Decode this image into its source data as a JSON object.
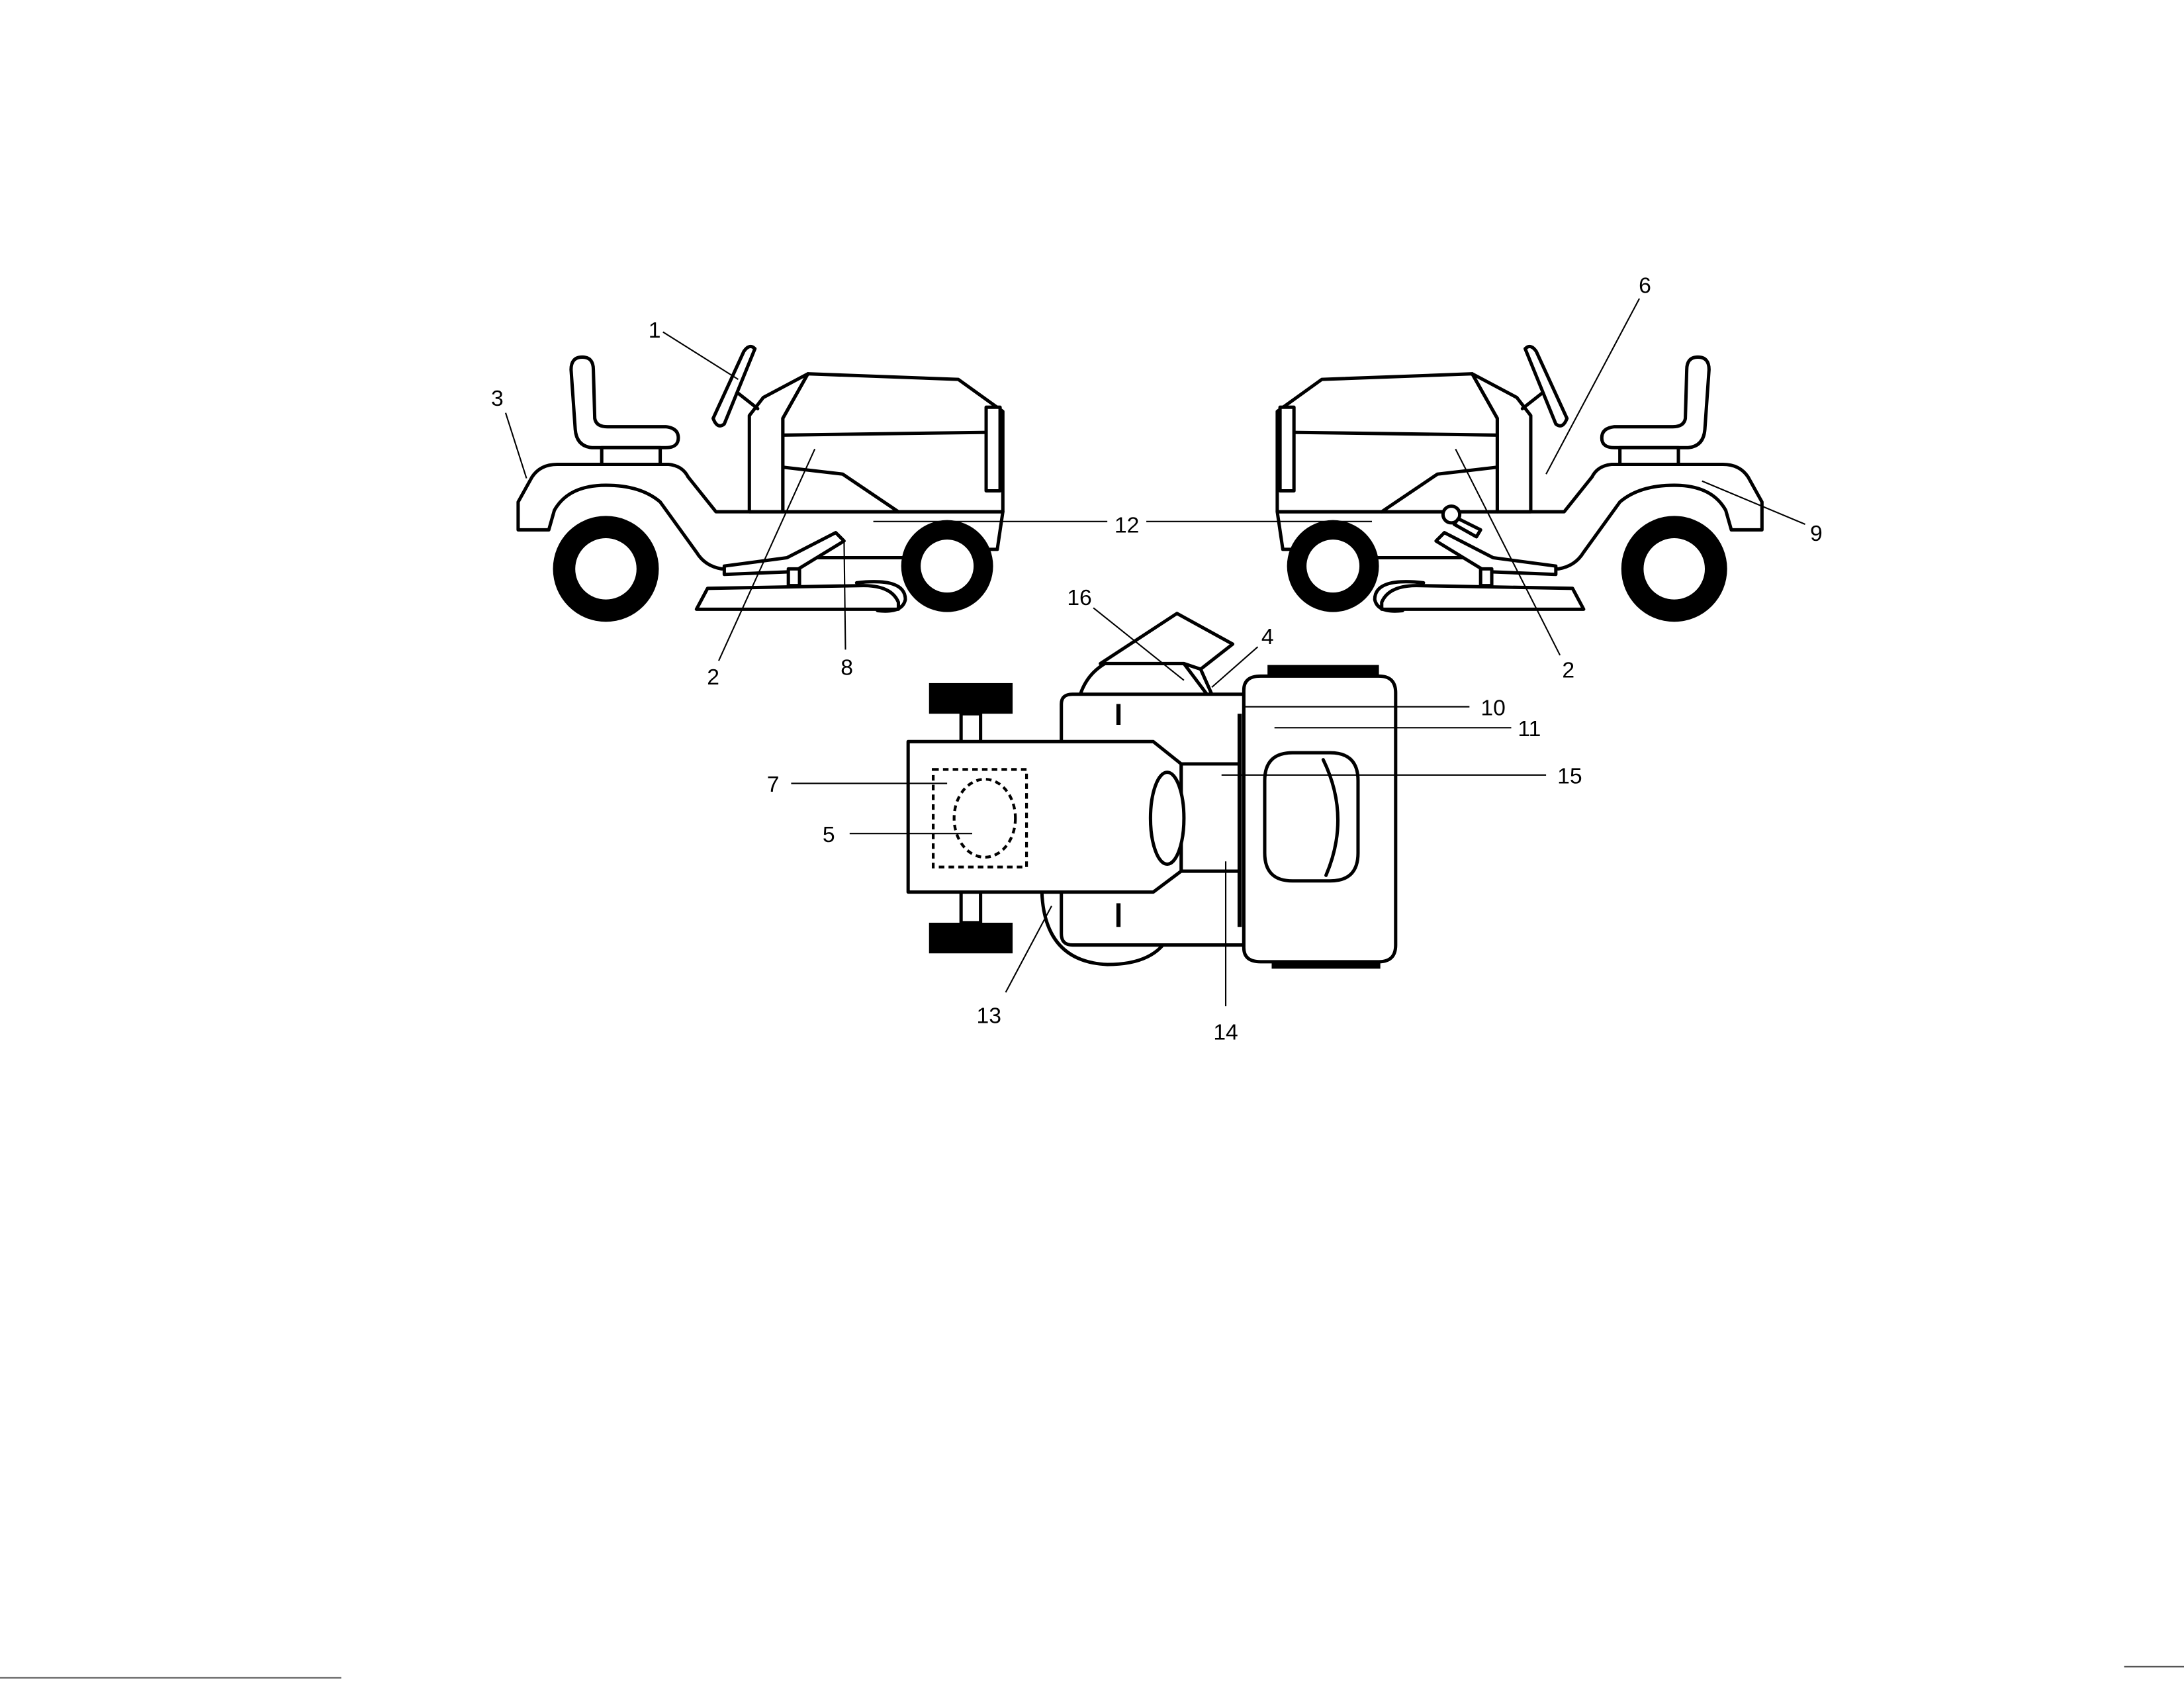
{
  "callouts": {
    "c1": "1",
    "c2_left": "2",
    "c2_right": "2",
    "c3": "3",
    "c4": "4",
    "c5": "5",
    "c6": "6",
    "c7": "7",
    "c8": "8",
    "c9": "9",
    "c10": "10",
    "c11": "11",
    "c12": "12",
    "c13": "13",
    "c14": "14",
    "c15": "15",
    "c16": "16"
  },
  "colors": {
    "line": "#000000",
    "background": "#ffffff"
  }
}
